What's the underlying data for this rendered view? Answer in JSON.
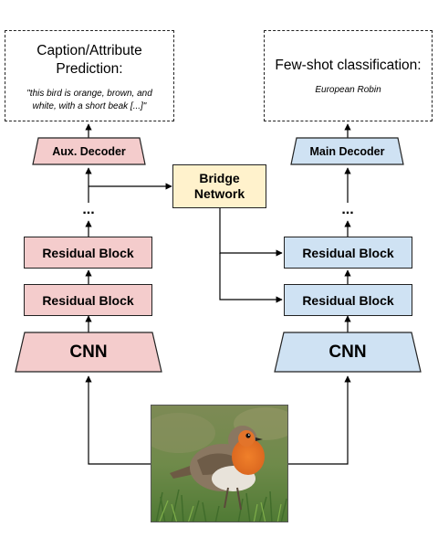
{
  "left_output": {
    "title_line1": "Caption/Attribute",
    "title_line2": "Prediction:",
    "note_line1": "\"this bird is orange, brown, and",
    "note_line2": "white, with a short beak [...]\""
  },
  "right_output": {
    "title": "Few-shot classification:",
    "note": "European Robin"
  },
  "left_branch": {
    "decoder": "Aux. Decoder",
    "ellipsis": "...",
    "block_upper": "Residual Block",
    "block_lower": "Residual Block",
    "encoder": "CNN"
  },
  "right_branch": {
    "decoder": "Main Decoder",
    "ellipsis": "...",
    "block_upper": "Residual Block",
    "block_lower": "Residual Block",
    "encoder": "CNN"
  },
  "bridge": {
    "line1": "Bridge",
    "line2": "Network"
  },
  "colors": {
    "aux_branch": "#f4cccc",
    "main_branch": "#cfe2f3",
    "bridge": "#fff2cc"
  },
  "image": {
    "subject": "european-robin-photo"
  }
}
